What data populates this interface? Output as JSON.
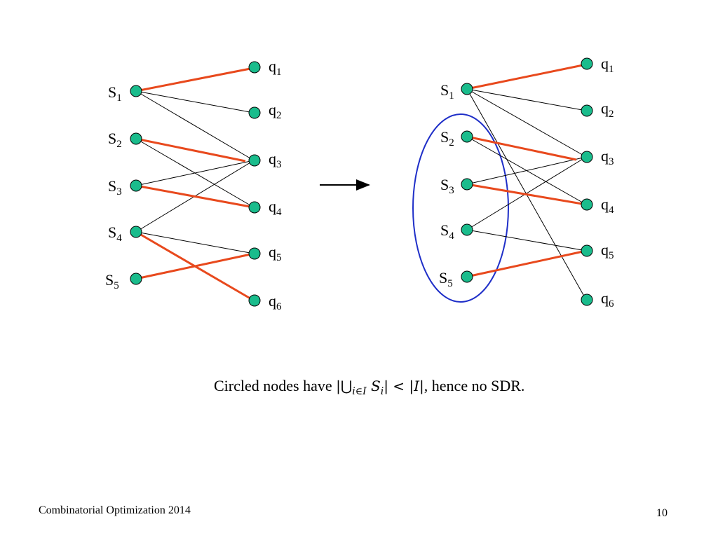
{
  "colors": {
    "node": "#1ABC8C",
    "matching": "#E8491D",
    "edge": "#000000",
    "circle": "#1F2FC8"
  },
  "left_graph": {
    "set_labels": [
      {
        "base": "S",
        "sub": "1"
      },
      {
        "base": "S",
        "sub": "2"
      },
      {
        "base": "S",
        "sub": "3"
      },
      {
        "base": "S",
        "sub": "4"
      },
      {
        "base": "S",
        "sub": "5"
      }
    ],
    "element_labels": [
      {
        "base": "q",
        "sub": "1"
      },
      {
        "base": "q",
        "sub": "2"
      },
      {
        "base": "q",
        "sub": "3"
      },
      {
        "base": "q",
        "sub": "4"
      },
      {
        "base": "q",
        "sub": "5"
      },
      {
        "base": "q",
        "sub": "6"
      }
    ]
  },
  "right_graph": {
    "set_labels": [
      {
        "base": "S",
        "sub": "1"
      },
      {
        "base": "S",
        "sub": "2"
      },
      {
        "base": "S",
        "sub": "3"
      },
      {
        "base": "S",
        "sub": "4"
      },
      {
        "base": "S",
        "sub": "5"
      }
    ],
    "element_labels": [
      {
        "base": "q",
        "sub": "1"
      },
      {
        "base": "q",
        "sub": "2"
      },
      {
        "base": "q",
        "sub": "3"
      },
      {
        "base": "q",
        "sub": "4"
      },
      {
        "base": "q",
        "sub": "5"
      },
      {
        "base": "q",
        "sub": "6"
      }
    ]
  },
  "caption": {
    "prefix": "Circled nodes have ",
    "math_open": "|⋃",
    "math_sub": "i∈I",
    "math_set": "S",
    "math_set_sub": "i",
    "math_mid": "| < |",
    "math_index": "I",
    "math_close": "|",
    "suffix": ", hence no SDR."
  },
  "footer": {
    "course": "Combinatorial Optimization 2014",
    "page": "10"
  }
}
